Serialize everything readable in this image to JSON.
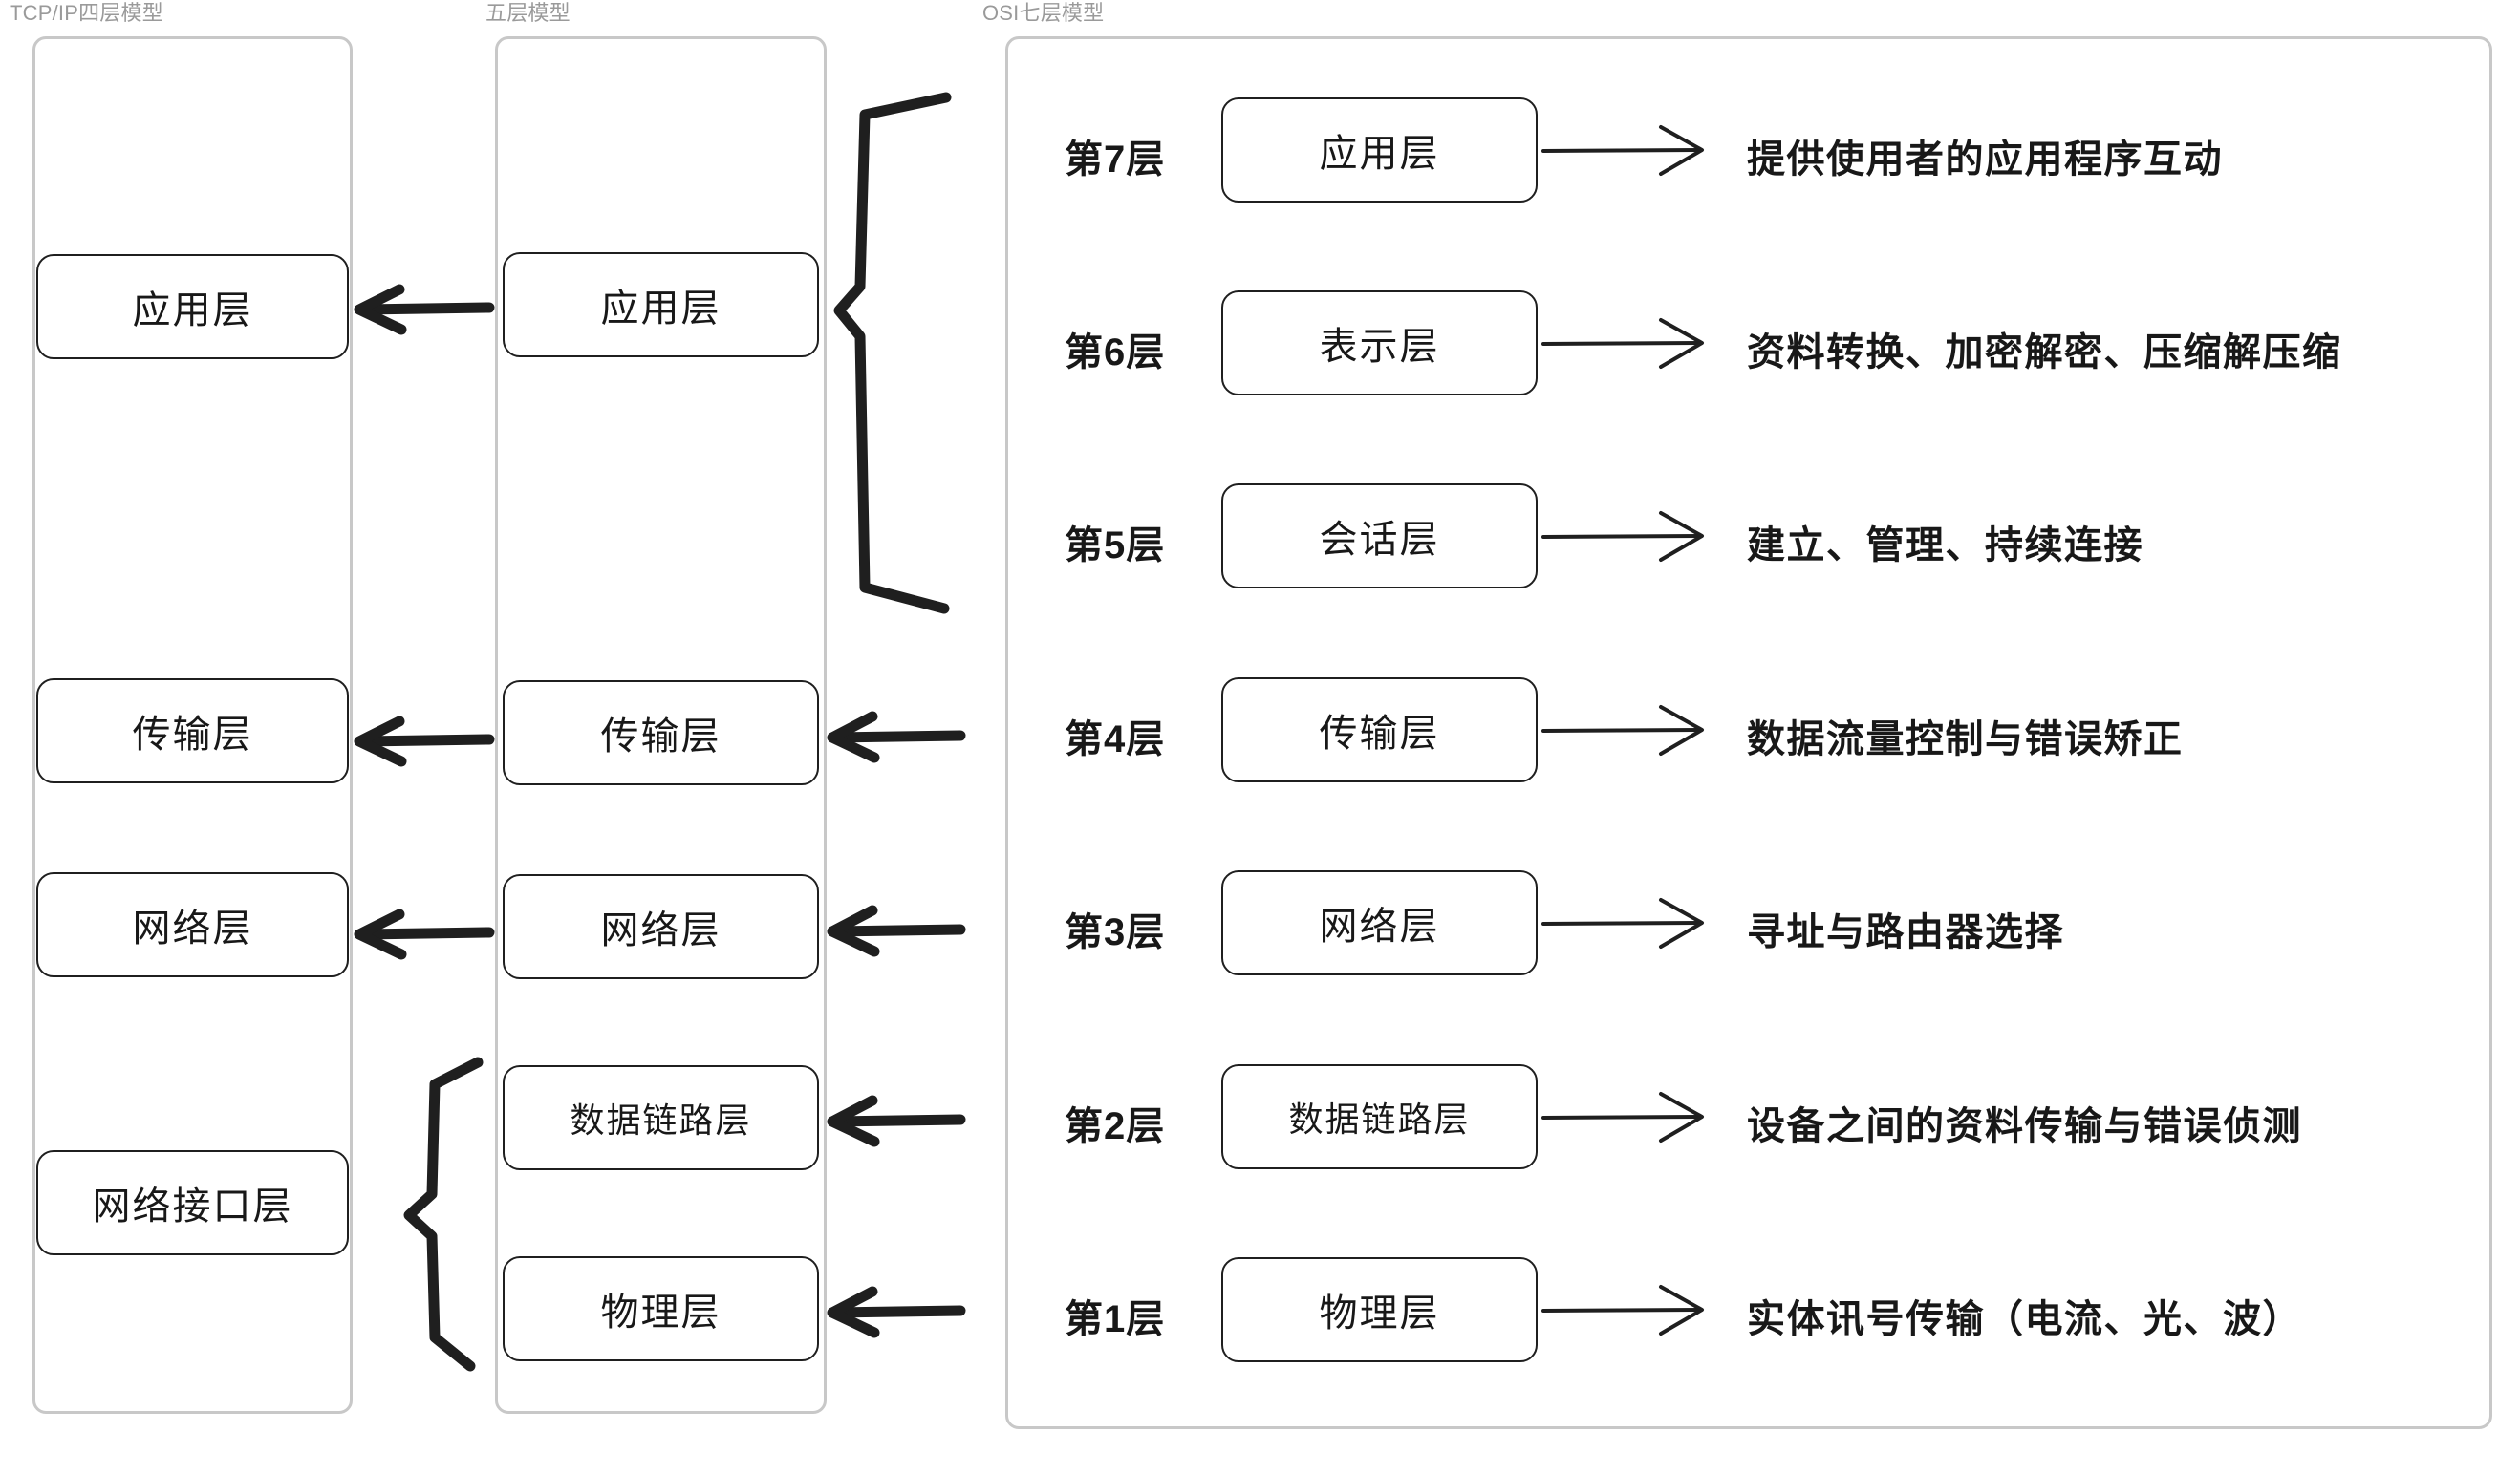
{
  "diagram": {
    "title_tcpip": "TCP/IP四层模型",
    "title_five": "五层模型",
    "title_osi": "OSI七层模型"
  },
  "tcpip_model": {
    "label": "TCP/IP四层模型",
    "layers": [
      {
        "name": "应用层"
      },
      {
        "name": "传输层"
      },
      {
        "name": "网络层"
      },
      {
        "name": "网络接口层"
      }
    ]
  },
  "five_layer_model": {
    "label": "五层模型",
    "layers": [
      {
        "name": "应用层"
      },
      {
        "name": "传输层"
      },
      {
        "name": "网络层"
      },
      {
        "name": "数据链路层"
      },
      {
        "name": "物理层"
      }
    ]
  },
  "osi_model": {
    "label": "OSI七层模型",
    "layers": [
      {
        "no": "第7层",
        "name": "应用层",
        "desc": "提供使用者的应用程序互动"
      },
      {
        "no": "第6层",
        "name": "表示层",
        "desc": "资料转换、加密解密、压缩解压缩"
      },
      {
        "no": "第5层",
        "name": "会话层",
        "desc": "建立、管理、持续连接"
      },
      {
        "no": "第4层",
        "name": "传输层",
        "desc": "数据流量控制与错误矫正"
      },
      {
        "no": "第3层",
        "name": "网络层",
        "desc": "寻址与路由器选择"
      },
      {
        "no": "第2层",
        "name": "数据链路层",
        "desc": "设备之间的资料传输与错误侦测"
      },
      {
        "no": "第1层",
        "name": "物理层",
        "desc": "实体讯号传输（电流、光、波）"
      }
    ]
  },
  "colors": {
    "stroke": "#1f1f1f",
    "group_border": "#c8c8c8",
    "group_label": "#9a9a9a",
    "background": "#ffffff"
  },
  "connectors": {
    "tcpip_arrows": [
      {
        "from": "五层模型.应用层",
        "to": "TCP/IP.应用层",
        "direction": "left"
      },
      {
        "from": "五层模型.传输层",
        "to": "TCP/IP.传输层",
        "direction": "left"
      },
      {
        "from": "五层模型.网络层",
        "to": "TCP/IP.网络层",
        "direction": "left"
      }
    ],
    "osi_arrows": [
      {
        "from": "OSI.传输层",
        "to": "五层模型.传输层",
        "direction": "left"
      },
      {
        "from": "OSI.网络层",
        "to": "五层模型.网络层",
        "direction": "left"
      },
      {
        "from": "OSI.数据链路层",
        "to": "五层模型.数据链路层",
        "direction": "left"
      },
      {
        "from": "OSI.物理层",
        "to": "五层模型.物理层",
        "direction": "left"
      }
    ],
    "braces": [
      {
        "name": "osi-upper-brace",
        "groups": [
          "应用层",
          "表示层",
          "会话层"
        ],
        "maps_to": "五层模型.应用层"
      },
      {
        "name": "tcpip-lower-brace",
        "groups": [
          "数据链路层",
          "物理层"
        ],
        "maps_to": "TCP/IP.网络接口层"
      }
    ]
  }
}
